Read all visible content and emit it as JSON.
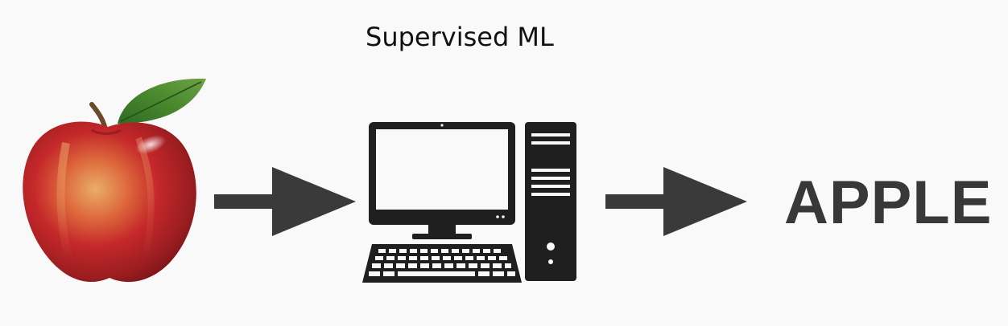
{
  "diagram": {
    "title": "Supervised ML",
    "output_label": "APPLE",
    "input_image": "apple",
    "model_icon": "desktop-computer-icon",
    "flow_icon": "right-arrow-icon"
  },
  "colors": {
    "background": "#f9f9f9",
    "arrow": "#3a3a3a",
    "computer": "#1f1f1f",
    "apple_red": "#c5282a",
    "leaf_green": "#4c8a2f",
    "text": "#383838"
  }
}
